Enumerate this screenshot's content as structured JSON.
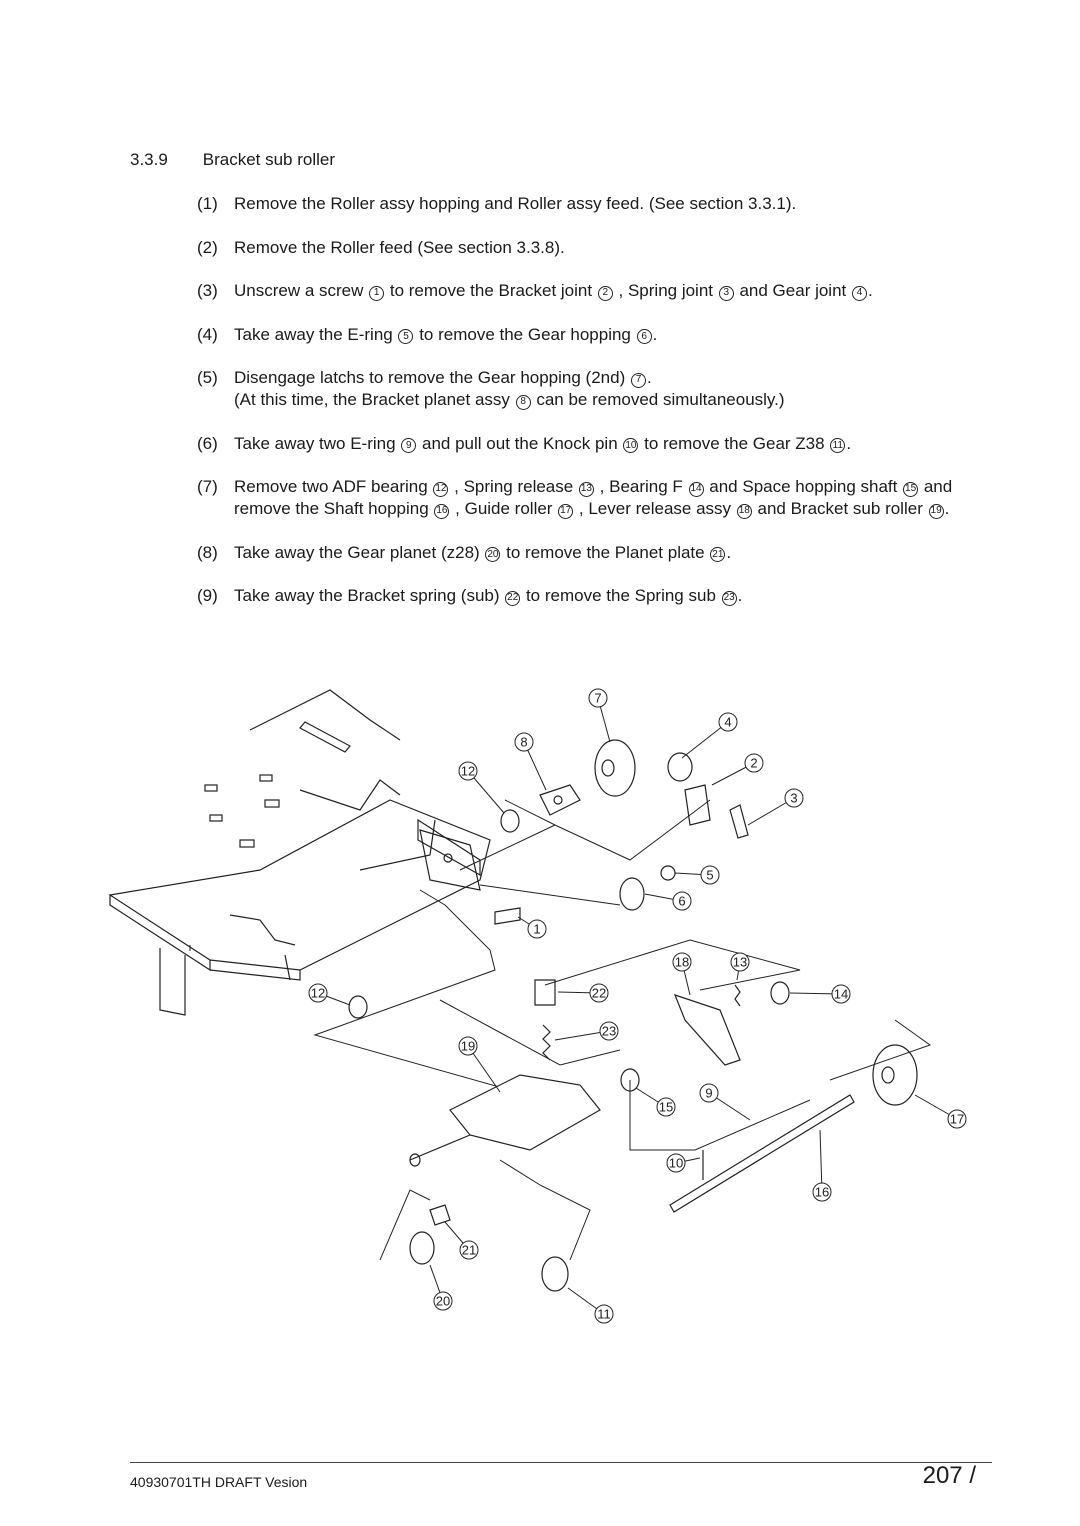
{
  "section": {
    "number": "3.3.9",
    "title": "Bracket sub roller"
  },
  "steps": [
    {
      "n": "(1)",
      "parts": [
        {
          "t": "Remove the Roller assy hopping and Roller assy feed. (See section 3.3.1)."
        }
      ]
    },
    {
      "n": "(2)",
      "parts": [
        {
          "t": "Remove the Roller feed (See section 3.3.8)."
        }
      ]
    },
    {
      "n": "(3)",
      "parts": [
        {
          "t": "Unscrew a screw "
        },
        {
          "c": "1"
        },
        {
          "t": " to remove the Bracket joint "
        },
        {
          "c": "2"
        },
        {
          "t": " , Spring joint "
        },
        {
          "c": "3"
        },
        {
          "t": " and Gear joint "
        },
        {
          "c": "4"
        },
        {
          "t": "."
        }
      ]
    },
    {
      "n": "(4)",
      "parts": [
        {
          "t": "Take away the E-ring "
        },
        {
          "c": "5"
        },
        {
          "t": " to remove the Gear hopping "
        },
        {
          "c": "6"
        },
        {
          "t": "."
        }
      ]
    },
    {
      "n": "(5)",
      "parts": [
        {
          "t": "Disengage latchs to remove the Gear hopping (2nd) "
        },
        {
          "c": "7"
        },
        {
          "t": "."
        },
        {
          "br": true
        },
        {
          "t": "(At this time, the Bracket planet assy "
        },
        {
          "c": "8"
        },
        {
          "t": " can be removed simultaneously.)"
        }
      ]
    },
    {
      "n": "(6)",
      "parts": [
        {
          "t": "Take away two E-ring "
        },
        {
          "c": "9"
        },
        {
          "t": " and pull out the Knock pin "
        },
        {
          "c": "10"
        },
        {
          "t": " to remove the Gear Z38 "
        },
        {
          "c": "11"
        },
        {
          "t": "."
        }
      ]
    },
    {
      "n": "(7)",
      "parts": [
        {
          "t": "Remove two ADF bearing "
        },
        {
          "c": "12"
        },
        {
          "t": " , Spring release "
        },
        {
          "c": "13"
        },
        {
          "t": " , Bearing F "
        },
        {
          "c": "14"
        },
        {
          "t": " and Space hopping shaft "
        },
        {
          "c": "15"
        },
        {
          "t": " and remove the Shaft hopping "
        },
        {
          "c": "16"
        },
        {
          "t": " , Guide roller "
        },
        {
          "c": "17"
        },
        {
          "t": " , Lever release assy "
        },
        {
          "c": "18"
        },
        {
          "t": " and Bracket sub roller "
        },
        {
          "c": "19"
        },
        {
          "t": "."
        }
      ]
    },
    {
      "n": "(8)",
      "parts": [
        {
          "t": "Take away the Gear planet (z28) "
        },
        {
          "c": "20"
        },
        {
          "t": " to remove the Planet plate "
        },
        {
          "c": "21"
        },
        {
          "t": "."
        }
      ]
    },
    {
      "n": "(9)",
      "parts": [
        {
          "t": "Take away the Bracket spring (sub) "
        },
        {
          "c": "22"
        },
        {
          "t": " to remove the Spring sub  "
        },
        {
          "c": "23"
        },
        {
          "t": "."
        }
      ]
    }
  ],
  "callouts": [
    "1",
    "2",
    "3",
    "4",
    "5",
    "6",
    "7",
    "8",
    "9",
    "10",
    "11",
    "12",
    "12",
    "13",
    "14",
    "15",
    "16",
    "17",
    "18",
    "19",
    "20",
    "21",
    "22",
    "23"
  ],
  "footer": {
    "doc_id": "40930701TH  DRAFT Vesion",
    "page": "207 /"
  }
}
